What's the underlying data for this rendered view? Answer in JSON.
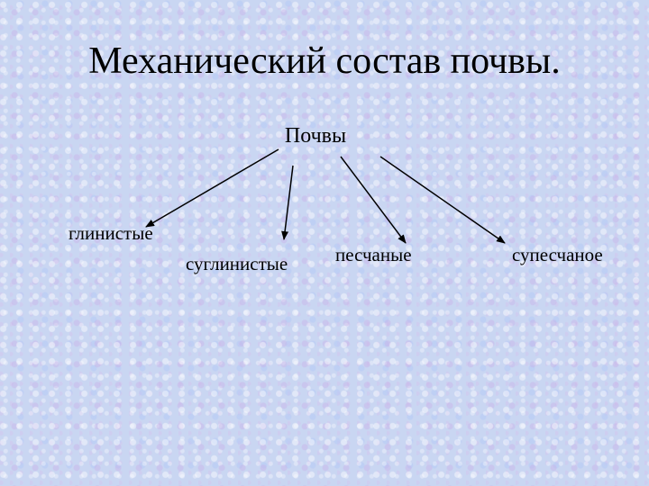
{
  "title": "Механический состав почвы.",
  "root": "Почвы",
  "children": [
    "глинистые",
    "суглинистые",
    "песчаные",
    "супесчаное"
  ],
  "colors": {
    "background": "#c9d6f2",
    "text": "#000000",
    "arrow": "#000000"
  }
}
